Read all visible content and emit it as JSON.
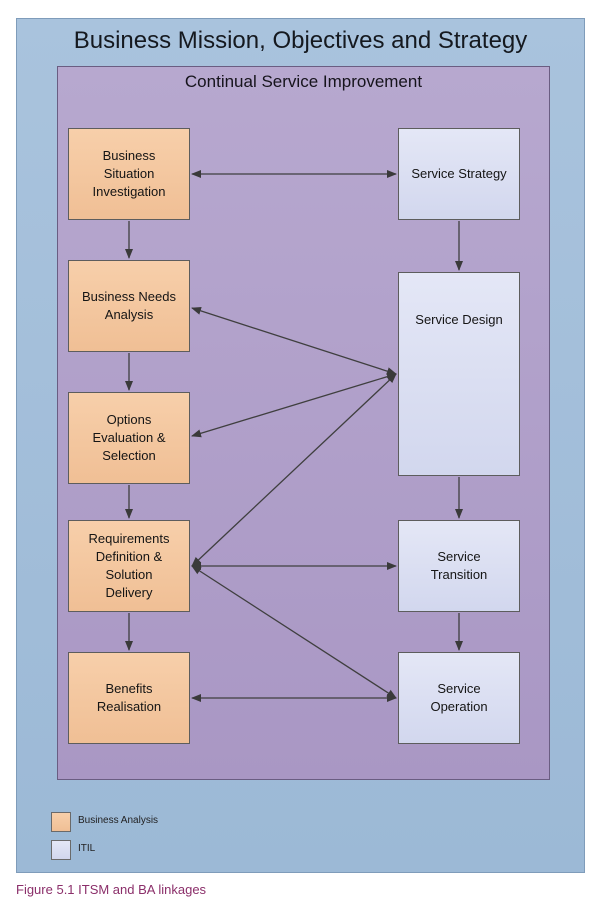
{
  "title": "Business Mission, Objectives and Strategy",
  "inner_title": "Continual Service Improvement",
  "ba_boxes": {
    "situation": "Business\nSituation\nInvestigation",
    "needs": "Business Needs\nAnalysis",
    "options": "Options\nEvaluation &\nSelection",
    "requirements": "Requirements\nDefinition &\nSolution\nDelivery",
    "benefits": "Benefits\nRealisation"
  },
  "itil_boxes": {
    "strategy": "Service Strategy",
    "design": "Service Design",
    "transition": "Service\nTransition",
    "operation": "Service\nOperation"
  },
  "legend": {
    "business_analysis": "Business Analysis",
    "itil": "ITIL"
  },
  "caption": "Figure 5.1 ITSM and BA linkages",
  "colors": {
    "outer_background": "#a9c3dd",
    "inner_background": "#b7a8cf",
    "business_analysis": "#f4c7a0",
    "itil": "#dde1f3",
    "caption": "#8b2f6a"
  }
}
